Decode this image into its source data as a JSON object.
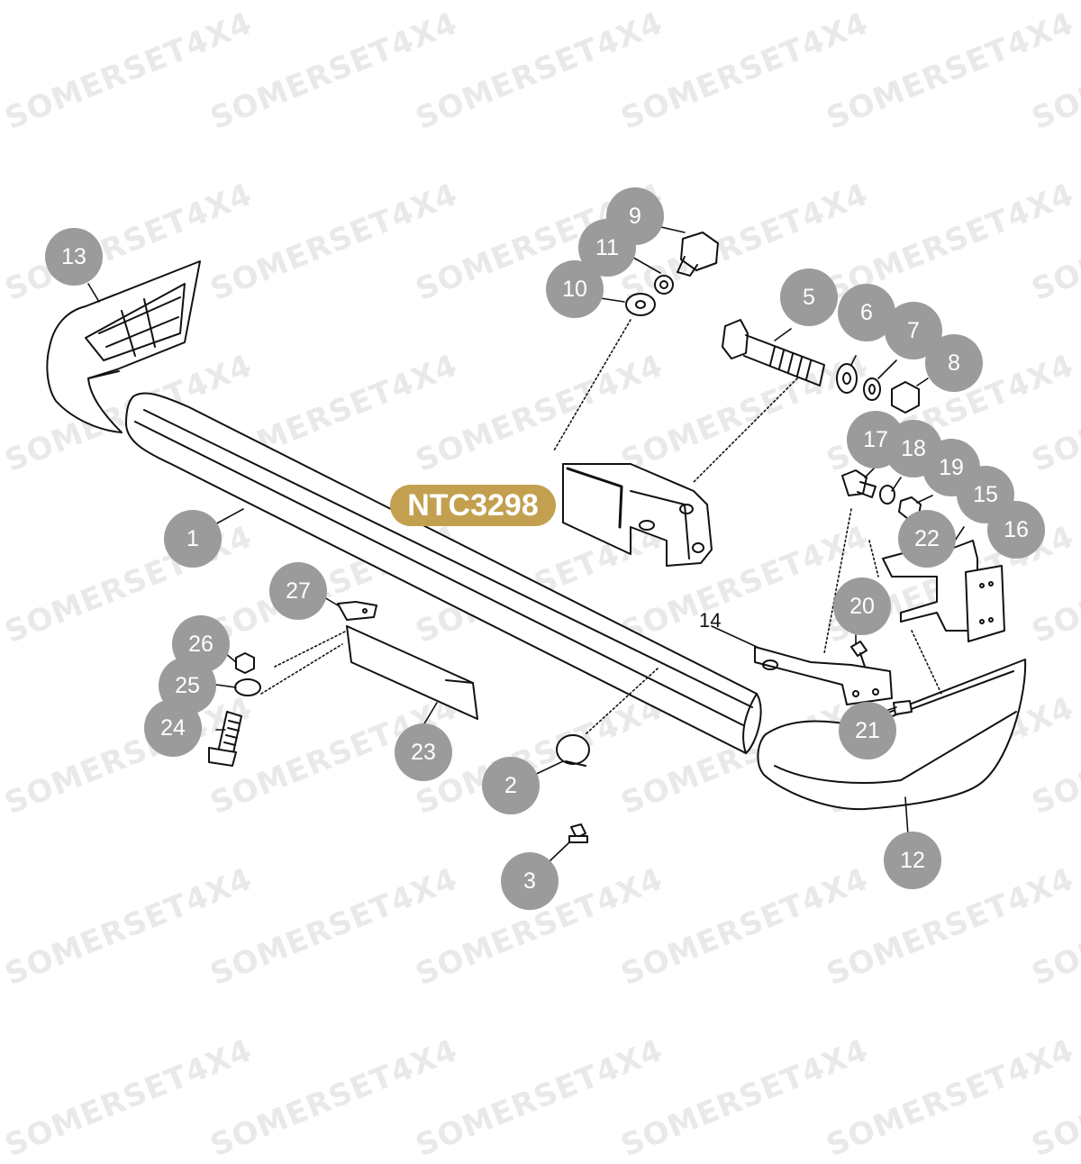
{
  "watermark": "SOMERSET4X4",
  "part_number": "NTC3298",
  "callouts": [
    {
      "id": "1",
      "label": "1"
    },
    {
      "id": "2",
      "label": "2"
    },
    {
      "id": "3",
      "label": "3"
    },
    {
      "id": "5",
      "label": "5"
    },
    {
      "id": "6",
      "label": "6"
    },
    {
      "id": "7",
      "label": "7"
    },
    {
      "id": "8",
      "label": "8"
    },
    {
      "id": "9",
      "label": "9"
    },
    {
      "id": "10",
      "label": "10"
    },
    {
      "id": "11",
      "label": "11"
    },
    {
      "id": "12",
      "label": "12"
    },
    {
      "id": "13",
      "label": "13"
    },
    {
      "id": "14",
      "label": "14"
    },
    {
      "id": "15",
      "label": "15"
    },
    {
      "id": "16",
      "label": "16"
    },
    {
      "id": "17",
      "label": "17"
    },
    {
      "id": "18",
      "label": "18"
    },
    {
      "id": "19",
      "label": "19"
    },
    {
      "id": "20",
      "label": "20"
    },
    {
      "id": "21",
      "label": "21"
    },
    {
      "id": "22",
      "label": "22"
    },
    {
      "id": "23",
      "label": "23"
    },
    {
      "id": "24",
      "label": "24"
    },
    {
      "id": "25",
      "label": "25"
    },
    {
      "id": "26",
      "label": "26"
    },
    {
      "id": "27",
      "label": "27"
    }
  ]
}
